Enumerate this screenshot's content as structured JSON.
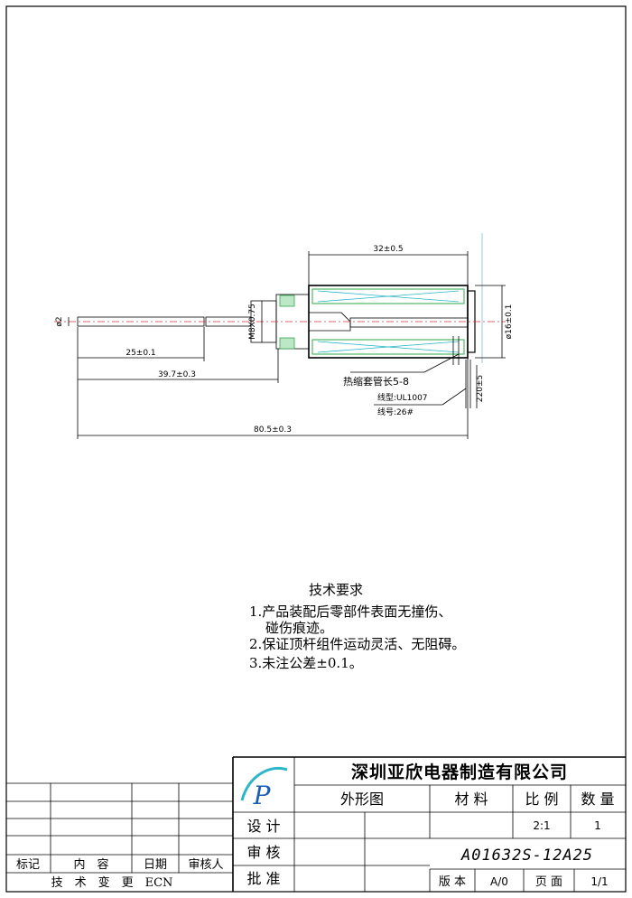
{
  "drawing": {
    "dimensions": {
      "body_length": "32±0.5",
      "pin_diameter": "ø2",
      "thread": "M8X0.75",
      "pin_len_1": "25±0.1",
      "pin_len_2": "39.7±0.3",
      "total_length": "80.5±0.3",
      "body_diameter": "ø16±0.1",
      "lead_length": "220±5"
    },
    "notes": {
      "sleeve": "热缩套管长5-8",
      "wire_type": "线型:UL1007",
      "wire_gauge": "线号:26#"
    }
  },
  "requirements": {
    "heading": "技术要求",
    "items": [
      "1.产品装配后零部件表面无撞伤、",
      "碰伤痕迹。",
      "2.保证顶杆组件运动灵活、无阻碍。",
      "3.未注公差±0.1。"
    ]
  },
  "title_block": {
    "company": "深圳亚欣电器制造有限公司",
    "logo_letter": "P",
    "part_name": "外形图",
    "material_label": "材 料",
    "scale_label": "比 例",
    "quantity_label": "数 量",
    "scale_value": "2:1",
    "quantity_value": "1",
    "design_label": "设 计",
    "review_label": "审 核",
    "approve_label": "批 准",
    "drawing_number": "A01632S-12A25",
    "version_label": "版 本",
    "version_value": "A/0",
    "page_label": "页 面",
    "page_value": "1/1"
  },
  "revision_block": {
    "col_mark": "标记",
    "col_content": "内　容",
    "col_date": "日期",
    "col_reviewer": "审核人",
    "footer": "技　术　变　更　ECN"
  },
  "colors": {
    "accent_cyan": "#29b6c8",
    "accent_green": "#2ea84a",
    "center_red": "#d23a3a",
    "logo_blue": "#1a5fb4"
  }
}
